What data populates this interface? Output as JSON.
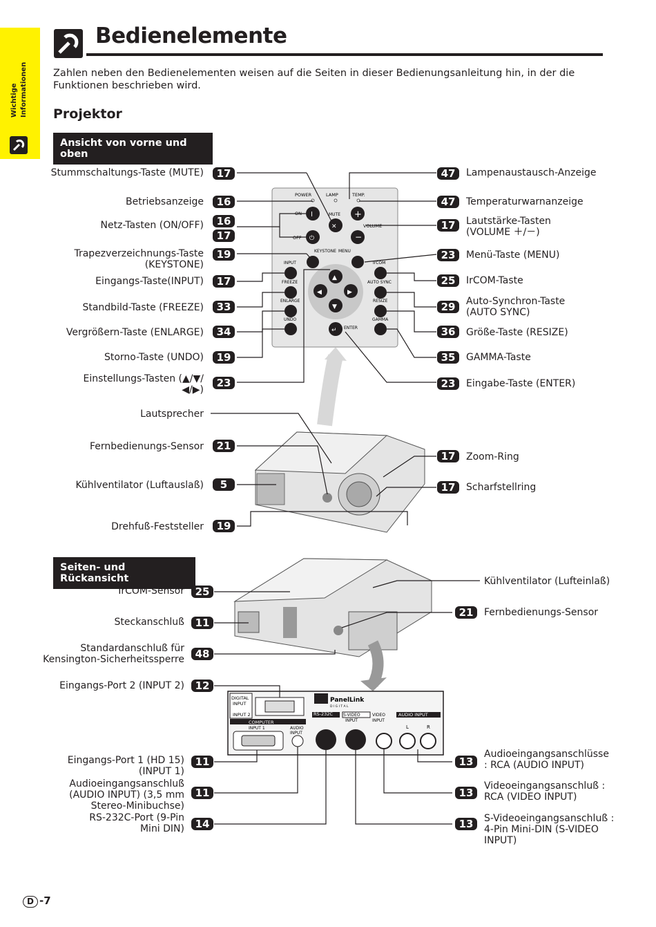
{
  "side_tab": {
    "text": "Wichtige Informationen",
    "icon": "tool-icon"
  },
  "header": {
    "title": "Bedienelemente",
    "icon": "tool-icon"
  },
  "intro": "Zahlen neben den Bedienelementen weisen auf die Seiten in dieser Bedienungsanleitung hin, in der die Funktionen beschrieben wird.",
  "section_title": "Projektor",
  "front": {
    "band": "Ansicht von vorne und oben",
    "left": [
      {
        "label": "Stummschaltungs-Taste (MUTE)",
        "page": "17"
      },
      {
        "label": "Betriebsanzeige",
        "page": "16"
      },
      {
        "label": "Netz-Tasten (ON/OFF)",
        "page": "16",
        "page2": "17"
      },
      {
        "label": "Trapezverzeichnungs-Taste (KEYSTONE)",
        "page": "19"
      },
      {
        "label": "Eingangs-Taste(INPUT)",
        "page": "17"
      },
      {
        "label": "Standbild-Taste (FREEZE)",
        "page": "33"
      },
      {
        "label": "Vergrößern-Taste (ENLARGE)",
        "page": "34"
      },
      {
        "label": "Storno-Taste (UNDO)",
        "page": "19"
      },
      {
        "label": "Einstellungs-Tasten (▲/▼/◀/▶)",
        "page": "23"
      },
      {
        "label": "Lautsprecher"
      },
      {
        "label": "Fernbedienungs-Sensor",
        "page": "21"
      },
      {
        "label": "Kühlventilator (Luftauslaß)",
        "page": "5"
      },
      {
        "label": "Drehfuß-Feststeller",
        "page": "19"
      }
    ],
    "right": [
      {
        "label": "Lampenaustausch-Anzeige",
        "page": "47"
      },
      {
        "label": "Temperaturwarnanzeige",
        "page": "47"
      },
      {
        "label": "Lautstärke-Tasten (VOLUME ＋/－)",
        "page": "17"
      },
      {
        "label": "Menü-Taste (MENU)",
        "page": "23"
      },
      {
        "label": "IrCOM-Taste",
        "page": "25"
      },
      {
        "label": "Auto-Synchron-Taste (AUTO SYNC)",
        "page": "29"
      },
      {
        "label": "Größe-Taste (RESIZE)",
        "page": "36"
      },
      {
        "label": "GAMMA-Taste",
        "page": "35"
      },
      {
        "label": "Eingabe-Taste (ENTER)",
        "page": "23"
      },
      {
        "label": "Zoom-Ring",
        "page": "17"
      },
      {
        "label": "Scharfstellring",
        "page": "17"
      }
    ],
    "panel": {
      "power": "POWER",
      "lamp": "LAMP",
      "temp": "TEMP.",
      "on": "ON",
      "off": "OFF",
      "mute": "MUTE",
      "volume": "VOLUME",
      "keystone": "KEYSTONE",
      "menu": "MENU",
      "input": "INPUT",
      "ircom": "IrCOM",
      "freeze": "FREEZE",
      "autosync": "AUTO SYNC",
      "enlarge": "ENLARGE",
      "resize": "RESIZE",
      "undo": "UNDO",
      "gamma": "GAMMA",
      "enter": "ENTER"
    }
  },
  "back": {
    "band": "Seiten- und Rückansicht",
    "left": [
      {
        "label": "IrCOM-Sensor",
        "page": "25"
      },
      {
        "label": "Steckanschluß",
        "page": "11"
      },
      {
        "label": "Standardanschluß für Kensington-Sicherheitssperre",
        "page": "48"
      },
      {
        "label": "Eingangs-Port 2 (INPUT 2)",
        "page": "12"
      },
      {
        "label": "Eingangs-Port 1 (HD 15) (INPUT 1)",
        "page": "11"
      },
      {
        "label": "Audioeingangsanschluß (AUDIO INPUT) (3,5 mm Stereo-Minibuchse)",
        "page": "11"
      },
      {
        "label": "RS-232C-Port (9-Pin Mini DIN)",
        "page": "14"
      }
    ],
    "right": [
      {
        "label": "Kühlventilator (Lufteinlaß)"
      },
      {
        "label": "Fernbedienungs-Sensor",
        "page": "21"
      },
      {
        "label": "Audioeingangsanschlüsse : RCA (AUDIO INPUT)",
        "page": "13"
      },
      {
        "label": "Videoeingangsanschluß : RCA (VIDEO INPUT)",
        "page": "13"
      },
      {
        "label": "S-Videoeingangsanschluß : 4-Pin Mini-DIN (S-VIDEO INPUT)",
        "page": "13"
      }
    ],
    "port_panel": {
      "digital_input": "DIGITAL INPUT",
      "input2": "INPUT 2",
      "panellink": "PanelLink",
      "panellink_sub": "D I G I T A L",
      "computer": "COMPUTER",
      "input1": "INPUT 1",
      "audio_input": "AUDIO INPUT",
      "rs232c": "RS-232C",
      "svideo_input": "S-VIDEO INPUT",
      "video_input": "VIDEO INPUT",
      "audio_input_lr": "AUDIO INPUT",
      "l": "L",
      "r": "R"
    }
  },
  "footer": {
    "letter": "D",
    "page": "-7"
  }
}
